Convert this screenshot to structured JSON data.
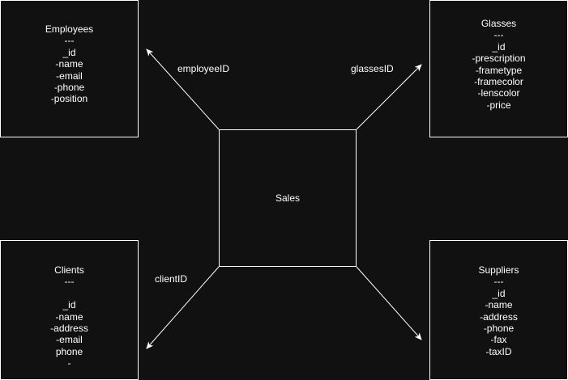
{
  "entities": {
    "employees": {
      "lines": [
        "Employees",
        "---",
        "_id",
        "-name",
        "-email",
        "-phone",
        "-position"
      ]
    },
    "glasses": {
      "lines": [
        "Glasses",
        "---",
        "_id",
        "-prescription",
        "-frametype",
        "-framecolor",
        "-lenscolor",
        "-price"
      ]
    },
    "clients": {
      "lines": [
        "Clients",
        "---",
        "",
        "_id",
        "-name",
        "-address",
        "-email",
        "phone",
        "-"
      ]
    },
    "suppliers": {
      "lines": [
        "Suppliers",
        "---",
        "_id",
        "-name",
        "-address",
        "-phone",
        "-fax",
        "-taxID"
      ]
    },
    "sales": {
      "label": "Sales"
    }
  },
  "edges": {
    "employee": {
      "label": "employeeID"
    },
    "glasses": {
      "label": "glassesID"
    },
    "client": {
      "label": "clientID"
    },
    "supplier": {
      "label": ""
    }
  }
}
